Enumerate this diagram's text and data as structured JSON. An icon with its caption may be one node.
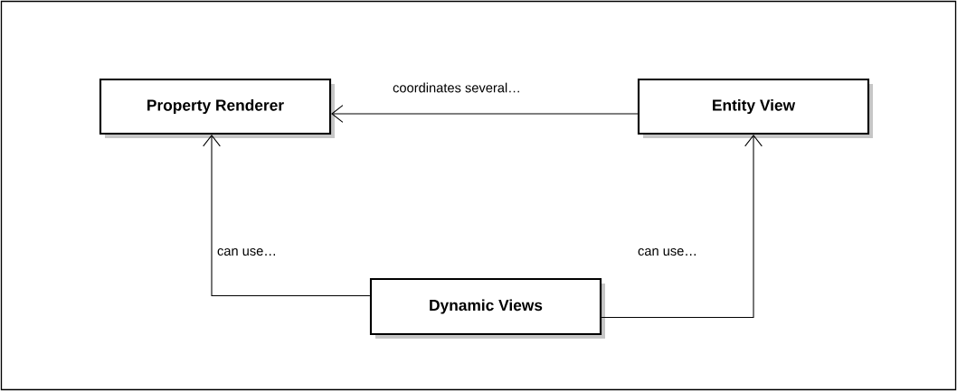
{
  "diagram": {
    "nodes": [
      {
        "text": [
          "Property Renderer"
        ]
      },
      {
        "text": [
          "Entity View"
        ]
      },
      {
        "text": [
          "Dynamic Views"
        ]
      }
    ],
    "edges": [
      {
        "from": 1,
        "to": 0,
        "arrow": "to",
        "label": "coordinates several…"
      },
      {
        "from": 2,
        "to": 0,
        "arrow": "to",
        "label": "can use…"
      },
      {
        "from": 2,
        "to": 1,
        "arrow": "to",
        "label": "can use…"
      }
    ]
  }
}
